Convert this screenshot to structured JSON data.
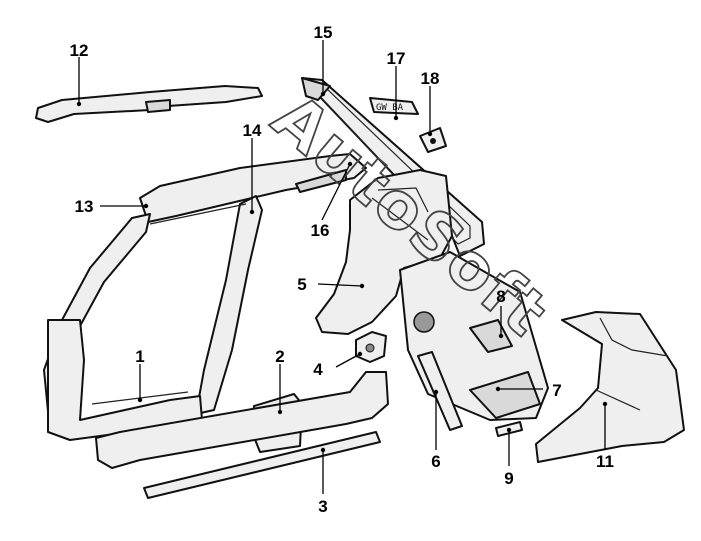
{
  "diagram": {
    "callouts": [
      {
        "id": "1",
        "label": "1"
      },
      {
        "id": "2",
        "label": "2"
      },
      {
        "id": "3",
        "label": "3"
      },
      {
        "id": "4",
        "label": "4"
      },
      {
        "id": "5",
        "label": "5"
      },
      {
        "id": "6",
        "label": "6"
      },
      {
        "id": "7",
        "label": "7"
      },
      {
        "id": "8",
        "label": "8"
      },
      {
        "id": "9",
        "label": "9"
      },
      {
        "id": "11",
        "label": "11"
      },
      {
        "id": "12",
        "label": "12"
      },
      {
        "id": "13",
        "label": "13"
      },
      {
        "id": "14",
        "label": "14"
      },
      {
        "id": "15",
        "label": "15"
      },
      {
        "id": "16",
        "label": "16"
      },
      {
        "id": "17",
        "label": "17"
      },
      {
        "id": "18",
        "label": "18"
      }
    ],
    "badge_text": "GW BA",
    "watermark": "AutoSoft"
  }
}
